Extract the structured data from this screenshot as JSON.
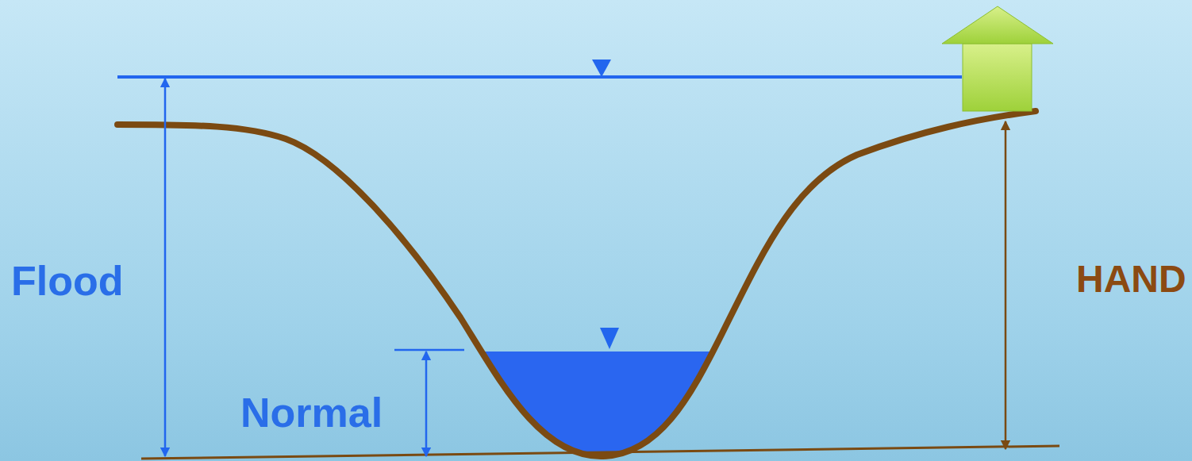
{
  "diagram": {
    "labels": [
      "Flood",
      "Normal",
      "HAND"
    ]
  }
}
